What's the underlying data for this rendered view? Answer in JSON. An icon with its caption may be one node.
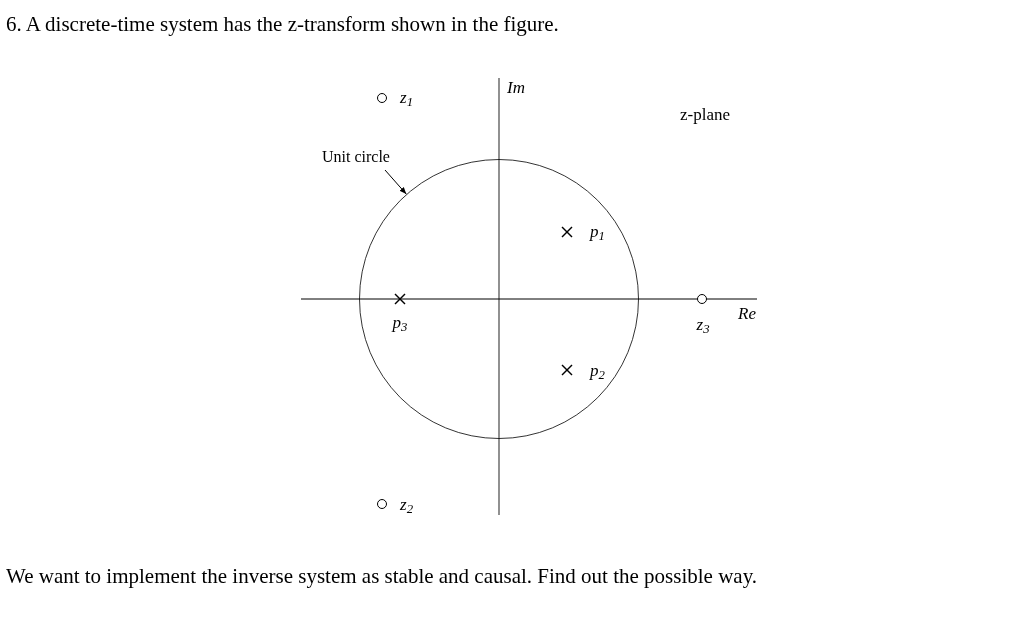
{
  "diagram": {
    "title": "6. A discrete-time system has the z-transform shown in the figure.",
    "caption": "We want to implement the inverse system as stable and causal. Find out the possible way.",
    "nodes": [
      {
        "text": [
          "Unit circle"
        ]
      },
      {
        "text": [],
        "shape": "circle"
      }
    ],
    "edges": [
      {
        "from": 0,
        "to": 1,
        "arrow": "to"
      }
    ],
    "labels": [
      "z$_{1}$",
      "Im",
      "z-plane",
      "p$_{1}$",
      "p$_{3}$",
      "z$_{3}$",
      "Re",
      "p$_{2}$",
      "z$_{2}$"
    ]
  }
}
